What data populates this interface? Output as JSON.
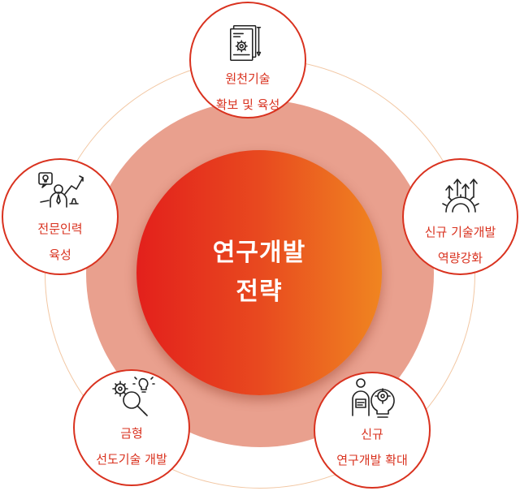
{
  "center": {
    "line1": "연구개발",
    "line2": "전략"
  },
  "nodes": {
    "top": {
      "line1": "원천기술",
      "line2": "확보 및 육성",
      "icon": "document-gear-icon"
    },
    "right": {
      "line1": "신규 기술개발",
      "line2": "역량강화",
      "icon": "arrows-up-gear-icon"
    },
    "left": {
      "line1": "전문인력",
      "line2": "육성",
      "icon": "person-idea-growth-icon"
    },
    "bottom_left": {
      "line1": "금형",
      "line2": "선도기술 개발",
      "icon": "gear-magnifier-bulb-icon"
    },
    "bottom_right": {
      "line1": "신규",
      "line2": "연구개발 확대",
      "icon": "researcher-bulb-gear-icon"
    }
  },
  "colors": {
    "accent": "#d9321f",
    "core_gradient_start": "#e3201c",
    "core_gradient_end": "#f08520",
    "mid_ring": "#e9a08e",
    "outer_ring": "#f2c7a3"
  }
}
